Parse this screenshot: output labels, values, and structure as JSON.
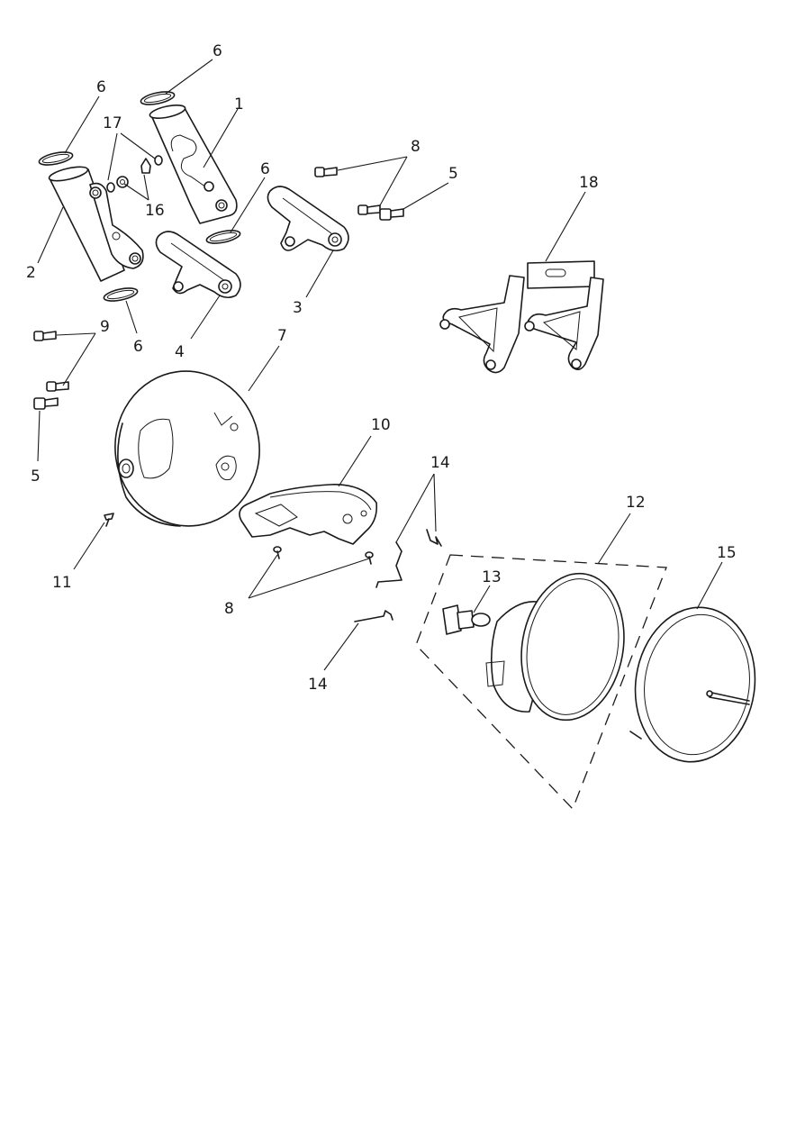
{
  "diagram": {
    "type": "exploded-parts-diagram",
    "line_color": "#1a1a1a",
    "background": "#ffffff",
    "callouts": [
      {
        "id": "c1",
        "label": "1"
      },
      {
        "id": "c2",
        "label": "2"
      },
      {
        "id": "c3",
        "label": "3"
      },
      {
        "id": "c4",
        "label": "4"
      },
      {
        "id": "c5a",
        "label": "5"
      },
      {
        "id": "c5b",
        "label": "5"
      },
      {
        "id": "c6a",
        "label": "6"
      },
      {
        "id": "c6b",
        "label": "6"
      },
      {
        "id": "c6c",
        "label": "6"
      },
      {
        "id": "c6d",
        "label": "6"
      },
      {
        "id": "c7",
        "label": "7"
      },
      {
        "id": "c8a",
        "label": "8"
      },
      {
        "id": "c8b",
        "label": "8"
      },
      {
        "id": "c9",
        "label": "9"
      },
      {
        "id": "c10",
        "label": "10"
      },
      {
        "id": "c11",
        "label": "11"
      },
      {
        "id": "c12",
        "label": "12"
      },
      {
        "id": "c13",
        "label": "13"
      },
      {
        "id": "c14a",
        "label": "14"
      },
      {
        "id": "c14b",
        "label": "14"
      },
      {
        "id": "c15",
        "label": "15"
      },
      {
        "id": "c16",
        "label": "16"
      },
      {
        "id": "c17",
        "label": "17"
      },
      {
        "id": "c18",
        "label": "18"
      }
    ]
  }
}
